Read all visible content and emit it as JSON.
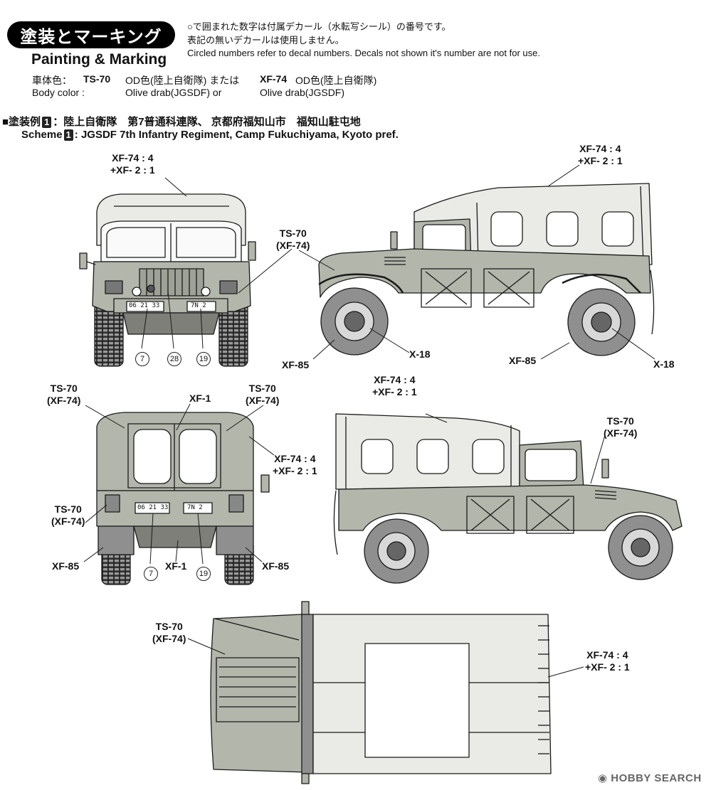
{
  "header": {
    "title": "塗装とマーキング",
    "subtitle": "Painting & Marking",
    "note_jp_1": "○で囲まれた数字は付属デカール（水転写シール）の番号です。",
    "note_jp_2": "表記の無いデカールは使用しません。",
    "note_en": "Circled numbers refer to decal numbers. Decals not shown it's number are not for use."
  },
  "body_color": {
    "jp_label": "車体色：",
    "code1": "TS-70",
    "desc1_jp": "OD色(陸上自衛隊) または",
    "code2": "XF-74",
    "desc2_jp": "OD色(陸上自衛隊)",
    "en_label": "Body color :",
    "desc1_en": "Olive drab(JGSDF)  or",
    "desc2_en": "Olive drab(JGSDF)"
  },
  "scheme": {
    "jp_prefix": "■塗装例",
    "number": "1",
    "jp_text": "：陸上自衛隊　第7普通科連隊、 京都府福知山市　福知山駐屯地",
    "en_prefix": "Scheme",
    "en_text": ": JGSDF 7th Infantry Regiment, Camp Fukuchiyama, Kyoto pref."
  },
  "plates": {
    "front": "06 21 33",
    "front_unit": "7N  2",
    "rear": "06 21 33",
    "rear_unit": "7N  2"
  },
  "labels": {
    "mix_a": "XF-74 : 4",
    "mix_b": "+XF-  2 : 1",
    "ts70": "TS-70",
    "xf74p": "(XF-74)",
    "xf85": "XF-85",
    "x18": "X-18",
    "xf1": "XF-1"
  },
  "decals": {
    "d7": "7",
    "d28": "28",
    "d19": "19"
  },
  "watermark": {
    "text": "HOBBY SEARCH"
  },
  "colors": {
    "olive": "#b3b6ab",
    "canvas": "#eaeae6",
    "tire": "#8f8f8f",
    "line": "#1a1a1a"
  }
}
